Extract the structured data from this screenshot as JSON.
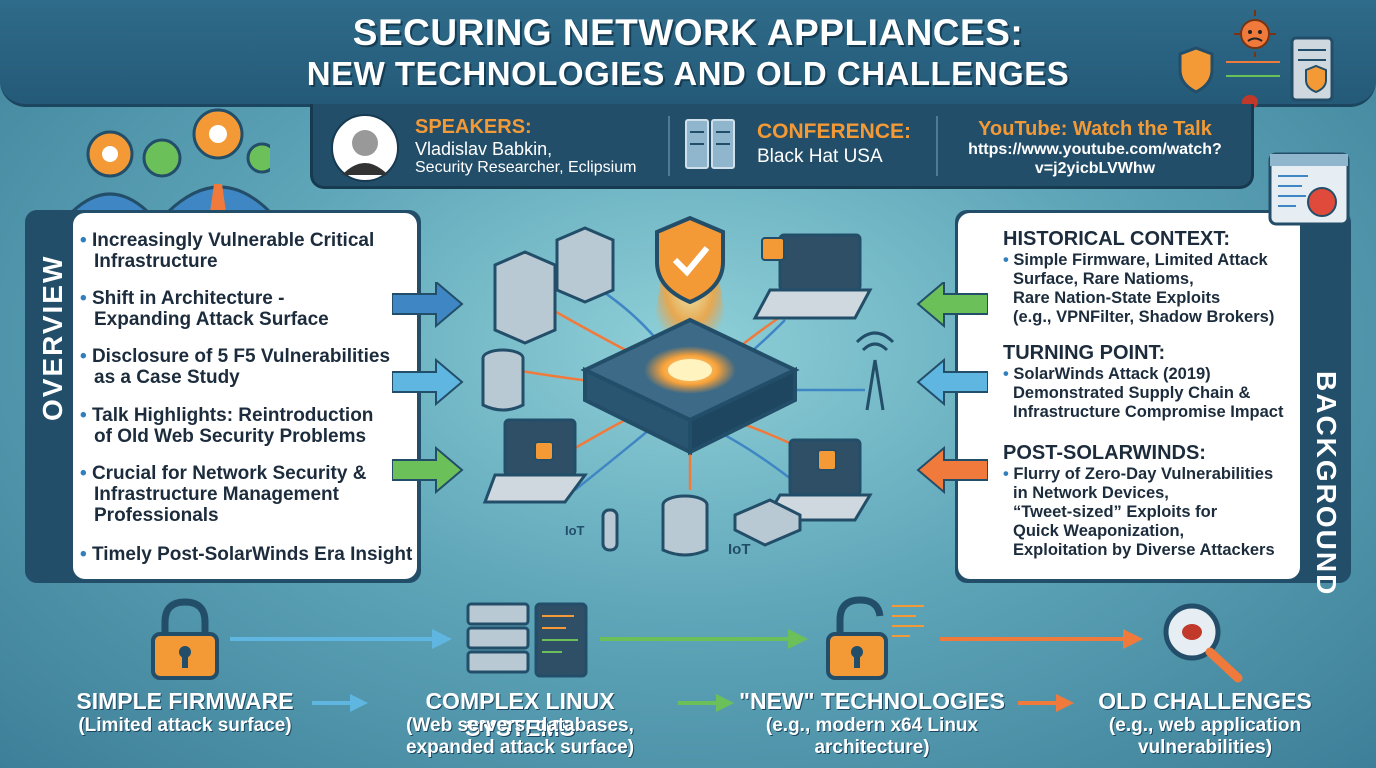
{
  "header": {
    "title_line1": "SECURING NETWORK APPLIANCES:",
    "title_line2": "NEW TECHNOLOGIES AND OLD CHALLENGES"
  },
  "info": {
    "speakers_label": "SPEAKERS:",
    "speaker_name": "Vladislav Babkin,",
    "speaker_role": "Security Researcher, Eclipsium",
    "conference_label": "CONFERENCE:",
    "conference_name": "Black Hat USA",
    "youtube_label": "YouTube: Watch the Talk",
    "youtube_url_line1": "https://www.youtube.com/watch?",
    "youtube_url_line2": "v=j2yicbLVWhw"
  },
  "overview": {
    "label": "OVERVIEW",
    "items": [
      {
        "line1": "Increasingly Vulnerable Critical",
        "line2": "Infrastructure",
        "line3": ""
      },
      {
        "line1": "Shift in Architecture -",
        "line2": "Expanding Attack Surface",
        "line3": ""
      },
      {
        "line1": "Disclosure of 5 F5 Vulnerabilities",
        "line2": "as a Case Study",
        "line3": ""
      },
      {
        "line1": "Talk Highlights: Reintroduction",
        "line2": "of Old Web Security Problems",
        "line3": ""
      },
      {
        "line1": "Crucial for Network Security &",
        "line2": "Infrastructure Management",
        "line3": "Professionals"
      },
      {
        "line1": "Timely Post-SolarWinds Era Insight",
        "line2": "",
        "line3": ""
      }
    ]
  },
  "background": {
    "label": "BACKGROUND",
    "sections": [
      {
        "heading": "HISTORICAL CONTEXT:",
        "lines": [
          "Simple Firmware, Limited Attack",
          "Surface, Rare Natioms,",
          "Rare Nation-State Exploits",
          "(e.g., VPNFilter, Shadow Brokers)"
        ]
      },
      {
        "heading": "TURNING POINT:",
        "lines": [
          "SolarWinds Attack (2019)",
          "Demonstrated Supply Chain &",
          "Infrastructure Compromise Impact"
        ]
      },
      {
        "heading": "POST-SOLARWINDS:",
        "lines": [
          "Flurry of Zero-Day Vulnerabilities",
          "in Network Devices,",
          "“Tweet-sized” Exploits for",
          "Quick Weaponization,",
          "Exploitation by Diverse Attackers"
        ]
      }
    ]
  },
  "center": {
    "iot_label_small": "IoT",
    "iot_label": "IoT"
  },
  "flow": [
    {
      "title": "SIMPLE FIRMWARE",
      "sub1": "(Limited attack surface)",
      "sub2": ""
    },
    {
      "title": "COMPLEX LINUX SYSTEMS",
      "sub1": "(Web servers, databases,",
      "sub2": "expanded attack surface)"
    },
    {
      "title": "\"NEW\" TECHNOLOGIES",
      "sub1": "(e.g., modern x64 Linux",
      "sub2": "architecture)"
    },
    {
      "title": "OLD CHALLENGES",
      "sub1": "(e.g., web application",
      "sub2": "vulnerabilities)"
    }
  ],
  "colors": {
    "accent_orange": "#f39a37",
    "navy": "#234e69",
    "arrow_blue": "#3f86c4",
    "arrow_green": "#6cc05a",
    "arrow_orange": "#f07a3c"
  }
}
